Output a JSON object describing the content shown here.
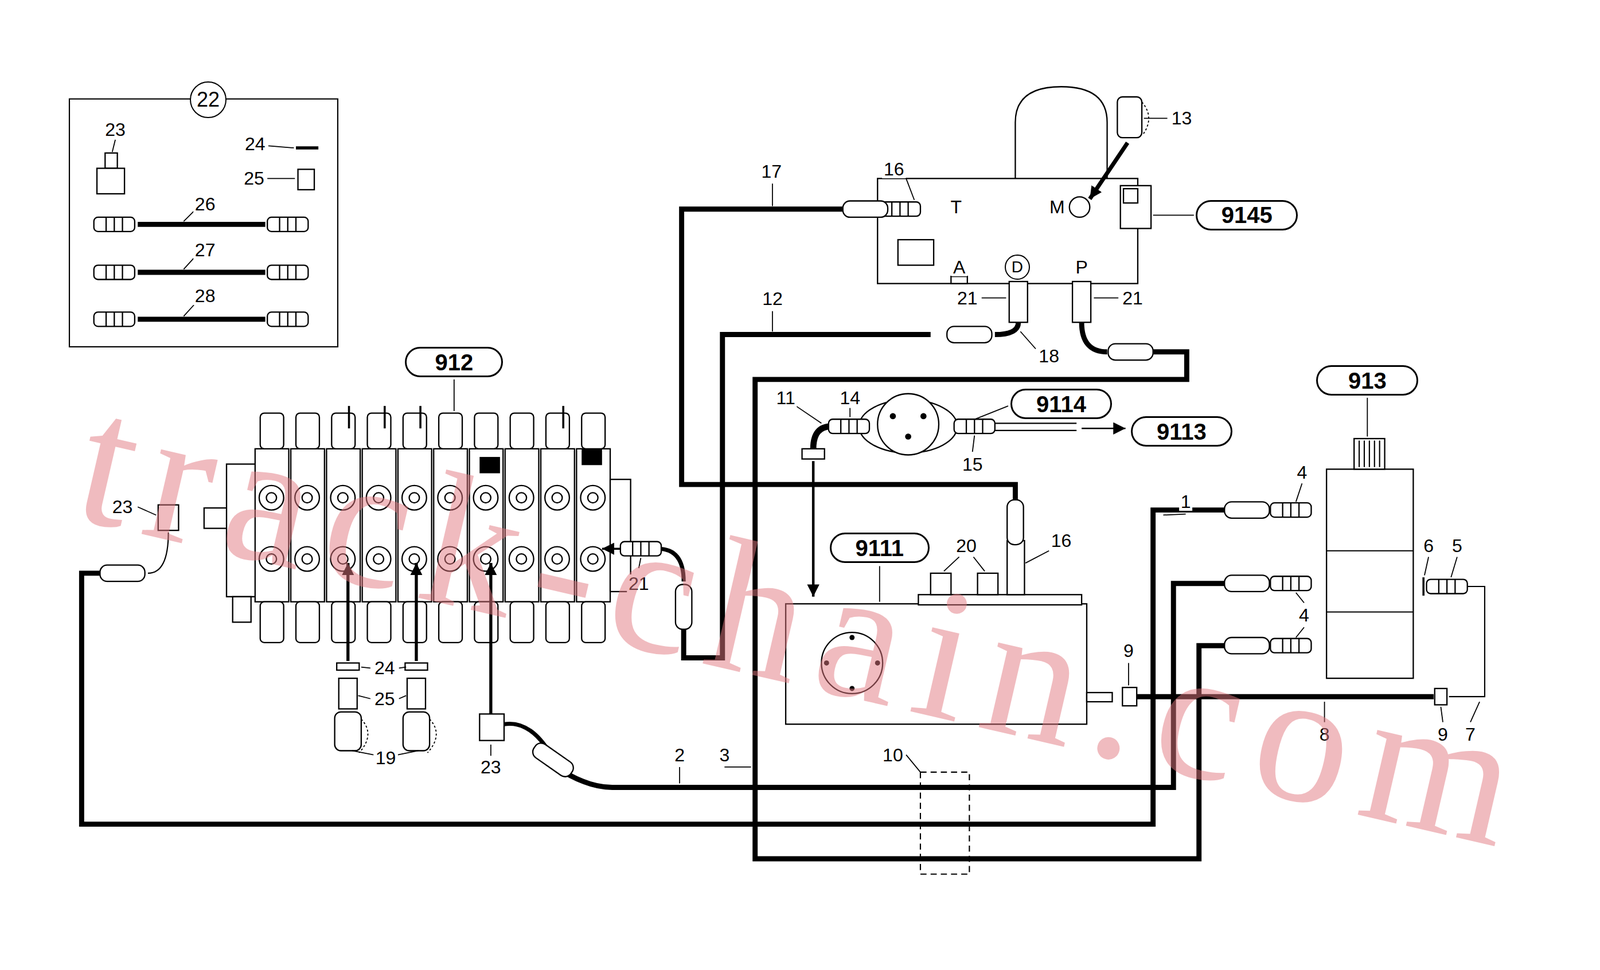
{
  "diagram": {
    "nodes": [
      {
        "text": [
          "22"
        ]
      },
      {
        "text": [
          "9145"
        ]
      },
      {
        "text": [
          "D"
        ]
      },
      {
        "text": [
          "912"
        ]
      },
      {
        "text": [
          "913"
        ]
      },
      {
        "text": [
          "9114"
        ]
      },
      {
        "text": [
          "9113"
        ]
      },
      {
        "text": [
          "9111"
        ]
      }
    ],
    "labels": [
      "23",
      "24",
      "25",
      "26",
      "27",
      "28",
      "13",
      "17",
      "16",
      "T",
      "M",
      "A",
      "P",
      "21",
      "21",
      "12",
      "18",
      "11",
      "14",
      "15",
      "4",
      "1",
      "23",
      "20",
      "16",
      "6",
      "5",
      "21",
      "4",
      "9",
      "24",
      "25",
      "8",
      "9",
      "7",
      "2",
      "3",
      "10",
      "19",
      "23",
      "track-chain.com"
    ]
  }
}
